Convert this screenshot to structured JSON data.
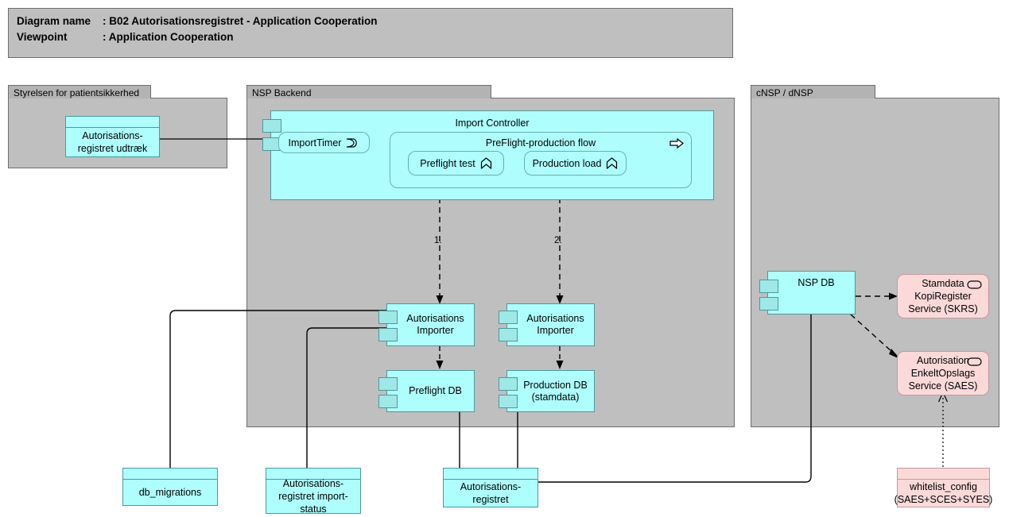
{
  "title_block": {
    "line1_label": "Diagram name",
    "line1_value": ": B02 Autorisationsregistret - Application Cooperation",
    "line2_label": "Viewpoint",
    "line2_value": ": Application Cooperation"
  },
  "groups": [
    {
      "name": "styrelsen",
      "label": "Styrelsen for patientsikkerhed"
    },
    {
      "name": "nsp-backend",
      "label": "NSP Backend"
    },
    {
      "name": "cnsp-dnsp",
      "label": "cNSP / dNSP"
    }
  ],
  "elements": {
    "autorisationsregistret_udtraek": "Autorisations-\nregistret udtræk",
    "import_controller": "Import Controller",
    "import_timer": "ImportTimer",
    "preflight_production_flow": "PreFlight-production flow",
    "preflight_test": "Preflight test",
    "production_load": "Production load",
    "autorisations_importer_1": "Autorisations\nImporter",
    "autorisations_importer_2": "Autorisations\nImporter",
    "preflight_db": "Preflight DB",
    "production_db": "Production DB\n(stamdata)",
    "nsp_db": "NSP DB",
    "stamdata_kopiregister_service": "Stamdata\nKopiRegister\nService (SKRS)",
    "autorisation_enkeltopslags_service": "Autorisation\nEnkeltOpslags\nService (SAES)",
    "db_migrations": "db_migrations",
    "autorisationsregistret_import_status": "Autorisations-\nregistret import-\nstatus",
    "autorisationsregistret": "Autorisations-\nregistret",
    "whitelist_config": "whitelist_config\n(SAES+SCES+SYES)"
  },
  "connector_labels": {
    "flow_1": "1.",
    "flow_2": "2."
  },
  "icons": {
    "event": "event-icon",
    "process": "process-arrow-icon",
    "function": "function-chevron-icon",
    "service": "service-oval-icon"
  },
  "colors": {
    "application_fill": "#affefe",
    "application_stroke": "#4d9a9a",
    "service_fill": "#fbd9d9",
    "service_stroke": "#c49a9a",
    "group_fill": "#bfbfbf",
    "group_tab_fill": "#b3b3b3",
    "group_stroke": "#6e6e6e",
    "line": "#000000",
    "canvas": "#ffffff"
  }
}
